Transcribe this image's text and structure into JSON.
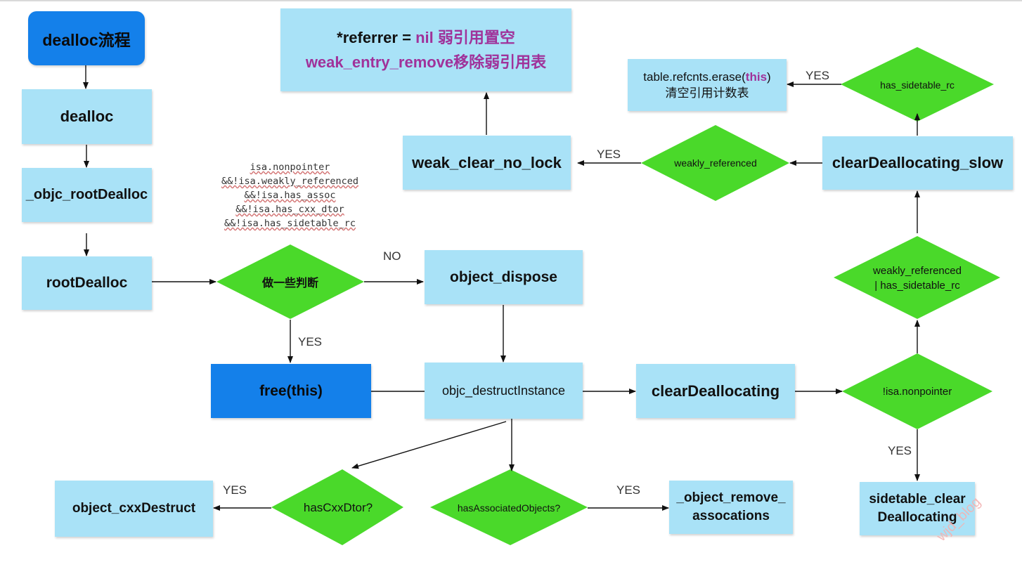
{
  "nodes": {
    "start": "dealloc流程",
    "dealloc": "dealloc",
    "objc_rootdealloc": "_objc_rootDealloc",
    "rootdealloc": "rootDealloc",
    "object_dispose": "object_dispose",
    "free_this": "free(this)",
    "destruct_instance": "objc_destructInstance",
    "clear_deallocating": "clearDeallocating",
    "cxx_destruct": "object_cxxDestruct",
    "remove_assoc": [
      "_object_remove_",
      "assocations"
    ],
    "sidetable_clear": [
      "sidetable_clear",
      "Deallocating"
    ],
    "clear_deallocating_slow": "clearDeallocating_slow",
    "weak_clear_no_lock": "weak_clear_no_lock",
    "referrer_line1_prefix": "*referrer = ",
    "referrer_line1_nil": "nil",
    "referrer_line1_suffix": " 弱引用置空",
    "referrer_line2": "weak_entry_remove移除弱引用表",
    "table_erase_prefix": "table.refcnts.erase(",
    "table_erase_this": "this",
    "table_erase_suffix": ")",
    "table_erase_line2": "清空引用计数表"
  },
  "decisions": {
    "judge": "做一些判断",
    "has_cxx_dtor": "hasCxxDtor?",
    "has_assoc": "hasAssociatedObjects?",
    "not_nonpointer": "!isa.nonpointer",
    "weak_or_sidetable": [
      "weakly_referenced",
      "| has_sidetable_rc"
    ],
    "weakly_referenced": "weakly_referenced",
    "has_sidetable_rc": "has_sidetable_rc"
  },
  "conditions": [
    "isa.nonpointer",
    "&&!isa.weakly_referenced",
    "&&!isa.has_assoc",
    "&&!isa.has_cxx_dtor",
    "&&!isa.has_sidetable_rc"
  ],
  "edge_labels": {
    "no": "NO",
    "yes_free": "YES",
    "yes_cxx": "YES",
    "yes_assoc": "YES",
    "yes_sidetable": "YES",
    "yes_weak": "YES",
    "yes_erase": "YES"
  },
  "watermark": "wjd_blog",
  "colors": {
    "light_box": "#a9e2f7",
    "dark_box": "#1480ea",
    "diamond": "#4ad92a",
    "arrow": "#111111",
    "accent_purple": "#a0329a"
  }
}
